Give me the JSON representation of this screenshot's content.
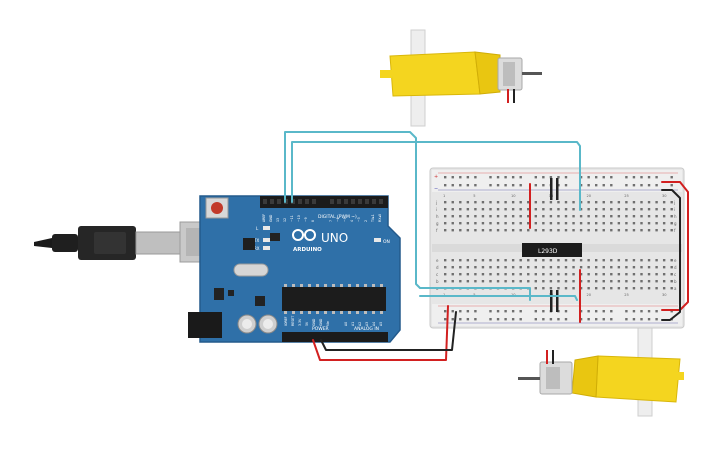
{
  "board": {
    "logo_text": "ARDUINO",
    "model": "UNO",
    "digital_header": "DIGITAL (PWM ~)",
    "power_header": "POWER",
    "analog_header": "ANALOG IN",
    "on_label": "ON",
    "l_label": "L",
    "tx_label": "TX",
    "rx_label": "RX",
    "top_pins": [
      "AREF",
      "GND",
      "13",
      "12",
      "~11",
      "~10",
      "~9",
      "8",
      "7",
      "~6",
      "~5",
      "4",
      "~3",
      "2",
      "TX▸1",
      "RX◂0"
    ],
    "power_pins": [
      "IOREF",
      "RESET",
      "3.3V",
      "5V",
      "GND",
      "GND",
      "Vin"
    ],
    "analog_pins": [
      "A0",
      "A1",
      "A2",
      "A3",
      "A4",
      "A5"
    ]
  },
  "chip": {
    "label": "L293D"
  },
  "breadboard": {
    "row_letters_top": [
      "j",
      "i",
      "h",
      "g",
      "f"
    ],
    "row_letters_bottom": [
      "e",
      "d",
      "c",
      "b",
      "a"
    ],
    "col_numbers": [
      "1",
      "5",
      "10",
      "15",
      "20",
      "25",
      "30"
    ],
    "rail_plus": "+",
    "rail_minus": "−"
  },
  "colors": {
    "board_blue": "#2f70a8",
    "board_dark": "#235a8c",
    "motor_yellow": "#f4d51f",
    "wire_cyan": "#5ab8c9",
    "wire_red": "#d22020",
    "wire_black": "#222222"
  },
  "icons": [
    "usb-cable-icon",
    "dc-motor-icon",
    "capacitor-icon",
    "arduino-infinity-logo-icon"
  ]
}
